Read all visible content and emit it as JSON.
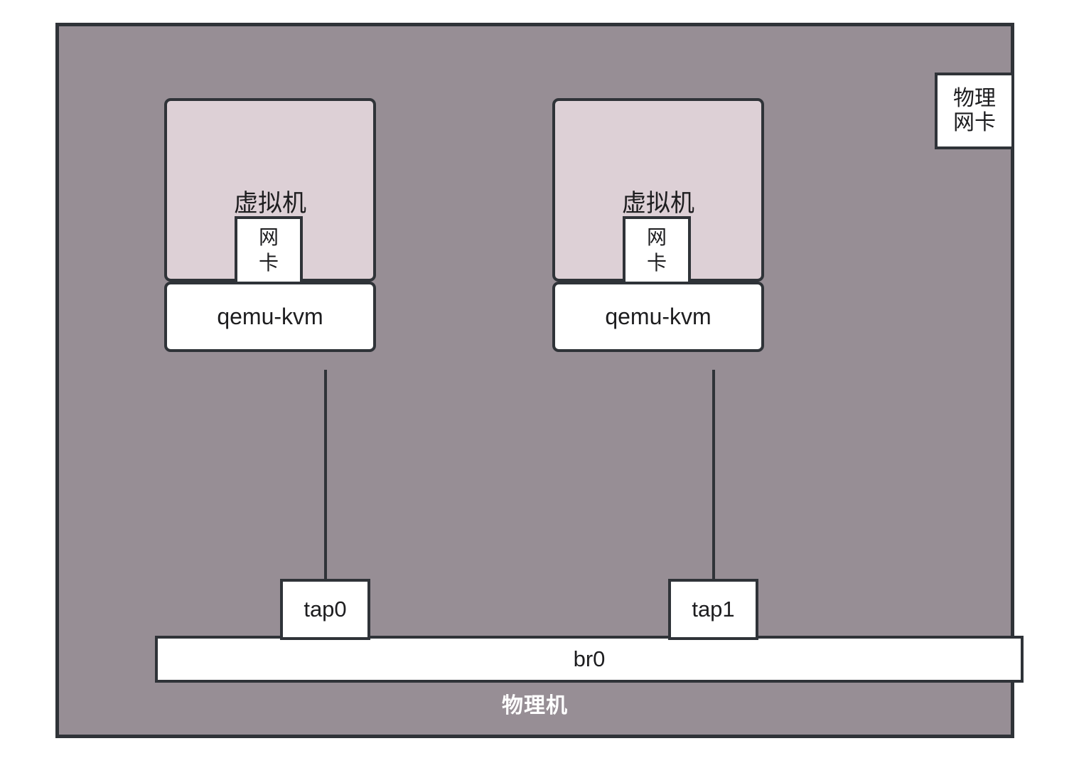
{
  "diagram": {
    "title_bottom": "物理机",
    "colors": {
      "host_fill": "#978e95",
      "vm_fill": "#ddd0d6",
      "box_fill": "#ffffff",
      "stroke": "#2f3338",
      "host_label_text": "#ffffff",
      "text": "#1d1d1f",
      "page_background": "#ffffff"
    },
    "physical_nic": {
      "label": "物理网卡"
    },
    "vms": [
      {
        "title": "虚拟机",
        "nic_label": "网卡",
        "hypervisor_label": "qemu-kvm",
        "tap_label": "tap0"
      },
      {
        "title": "虚拟机",
        "nic_label": "网卡",
        "hypervisor_label": "qemu-kvm",
        "tap_label": "tap1"
      }
    ],
    "bridge": {
      "label": "br0"
    }
  }
}
